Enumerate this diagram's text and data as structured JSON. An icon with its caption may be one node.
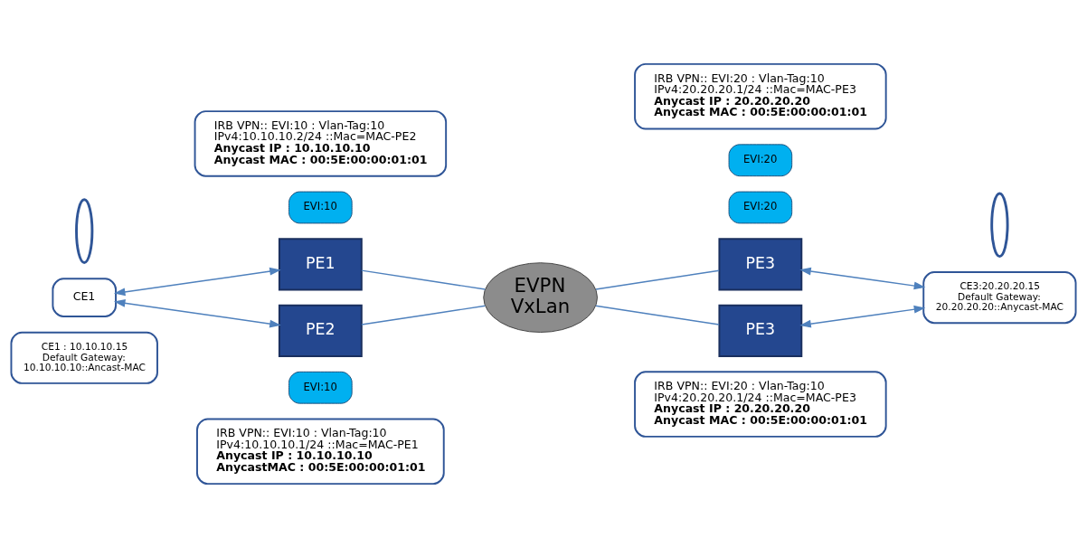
{
  "diagram": {
    "nodes": [
      {
        "text": [
          "IRB VPN:: EVI:10 : Vlan-Tag:10",
          "IPv4:10.10.10.1/24 ::Mac=MAC-PE1",
          "**Anycast IP : 10.10.10.10**",
          "**AnycastMAC : 00:5E:00:00:01:01**"
        ]
      },
      {
        "text": [
          "IRB VPN:: EVI:20 : Vlan-Tag:10",
          "IPv4:20.20.20.1/24 ::Mac=MAC-PE3",
          "**Anycast IP : 20.20.20.20**",
          "**Anycast MAC : 00:5E:00:00:01:01**"
        ]
      },
      {
        "text": [
          "CE1 : 10.10.10.15 Default Gateway: 10.10.10.10::Ancast-MAC"
        ]
      },
      {
        "text": [
          "EVI:10"
        ]
      },
      {
        "text": [
          "PE1"
        ]
      },
      {
        "text": [
          "EVI:20"
        ]
      },
      {
        "text": [
          "PE3"
        ]
      },
      {
        "text": [
          "CE1"
        ]
      },
      {
        "text": [],
        "shape": "ellipse"
      },
      {
        "text": [
          "EVPN VxLan"
        ]
      },
      {
        "text": [],
        "shape": "ellipse"
      },
      {
        "text": [
          "CE3:20.20.20.15 Default Gateway: 20.20.20.20::Anycast-MAC"
        ]
      },
      {
        "text": [
          "PE2"
        ]
      },
      {
        "text": [
          "PE3"
        ]
      },
      {
        "text": [
          "EVI:10"
        ]
      },
      {
        "text": [
          "EVI:20"
        ]
      },
      {
        "text": [
          "IRB VPN:: EVI:10 : Vlan-Tag:10",
          "IPv4:10.10.10.2/24 ::Mac=MAC-PE2",
          "**Anycast IP : 10.10.10.10**",
          "**Anycast MAC : 00:5E:00:00:01:01**"
        ]
      },
      {
        "text": [
          "IRB VPN:: EVI:20 : Vlan-Tag:10",
          "IPv4:20.20.20.1/24 ::Mac=MAC-PE3",
          "**Anycast IP : 20.20.20.20**",
          "**Anycast MAC : 00:5E:00:00:01:01**"
        ]
      }
    ],
    "edges": [
      {
        "from": 7,
        "to": 4,
        "arrow": "both"
      },
      {
        "from": 7,
        "to": 12,
        "arrow": "both"
      },
      {
        "from": 4,
        "to": 9,
        "arrow": "none"
      },
      {
        "from": 12,
        "to": 9,
        "arrow": "none"
      },
      {
        "from": 9,
        "to": 6,
        "arrow": "none"
      },
      {
        "from": 9,
        "to": 13,
        "arrow": "none"
      },
      {
        "from": 6,
        "to": 11,
        "arrow": "both"
      },
      {
        "from": 13,
        "to": 11,
        "arrow": "both"
      }
    ]
  }
}
